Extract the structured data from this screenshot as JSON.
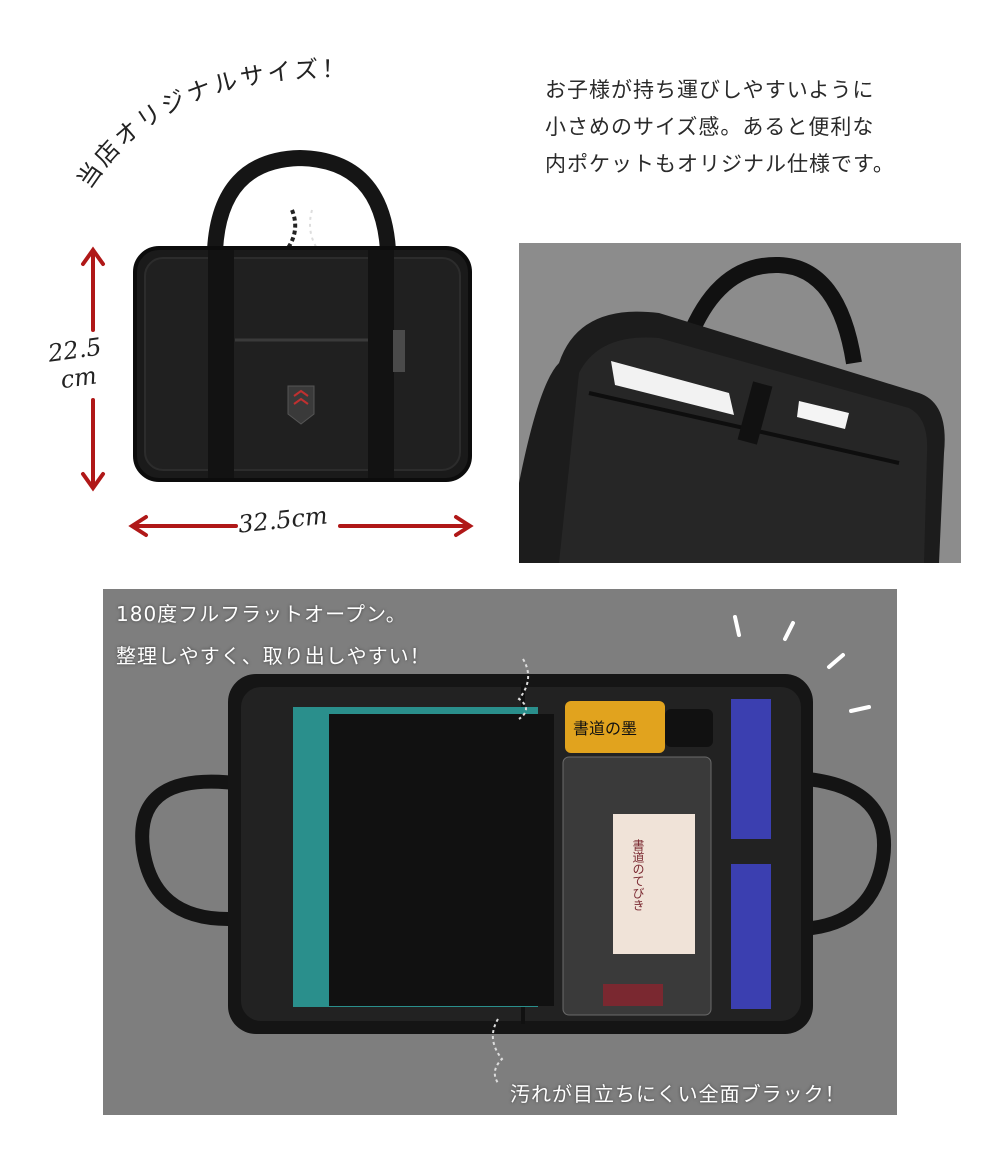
{
  "curved_title": "当店オリジナルサイズ！",
  "description": {
    "line1": "お子様が持ち運びしやすいように",
    "line2": "小さめのサイズ感。あると便利な",
    "line3": "内ポケットもオリジナル仕様です。"
  },
  "dimensions": {
    "height_value": "22.5",
    "height_unit": "cm",
    "width": "32.5cm"
  },
  "interior_photo": {},
  "flat_photo": {
    "line1": "180度フルフラットオープン。",
    "line2": "整理しやすく、取り出しやすい！",
    "bottom": "汚れが目立ちにくい全面ブラック！",
    "book_title": "書道のてびき",
    "bottle_label": "書道の墨"
  },
  "colors": {
    "arrow": "#b01818",
    "bag": "#1a1a1a",
    "teal": "#2a8f8c"
  }
}
